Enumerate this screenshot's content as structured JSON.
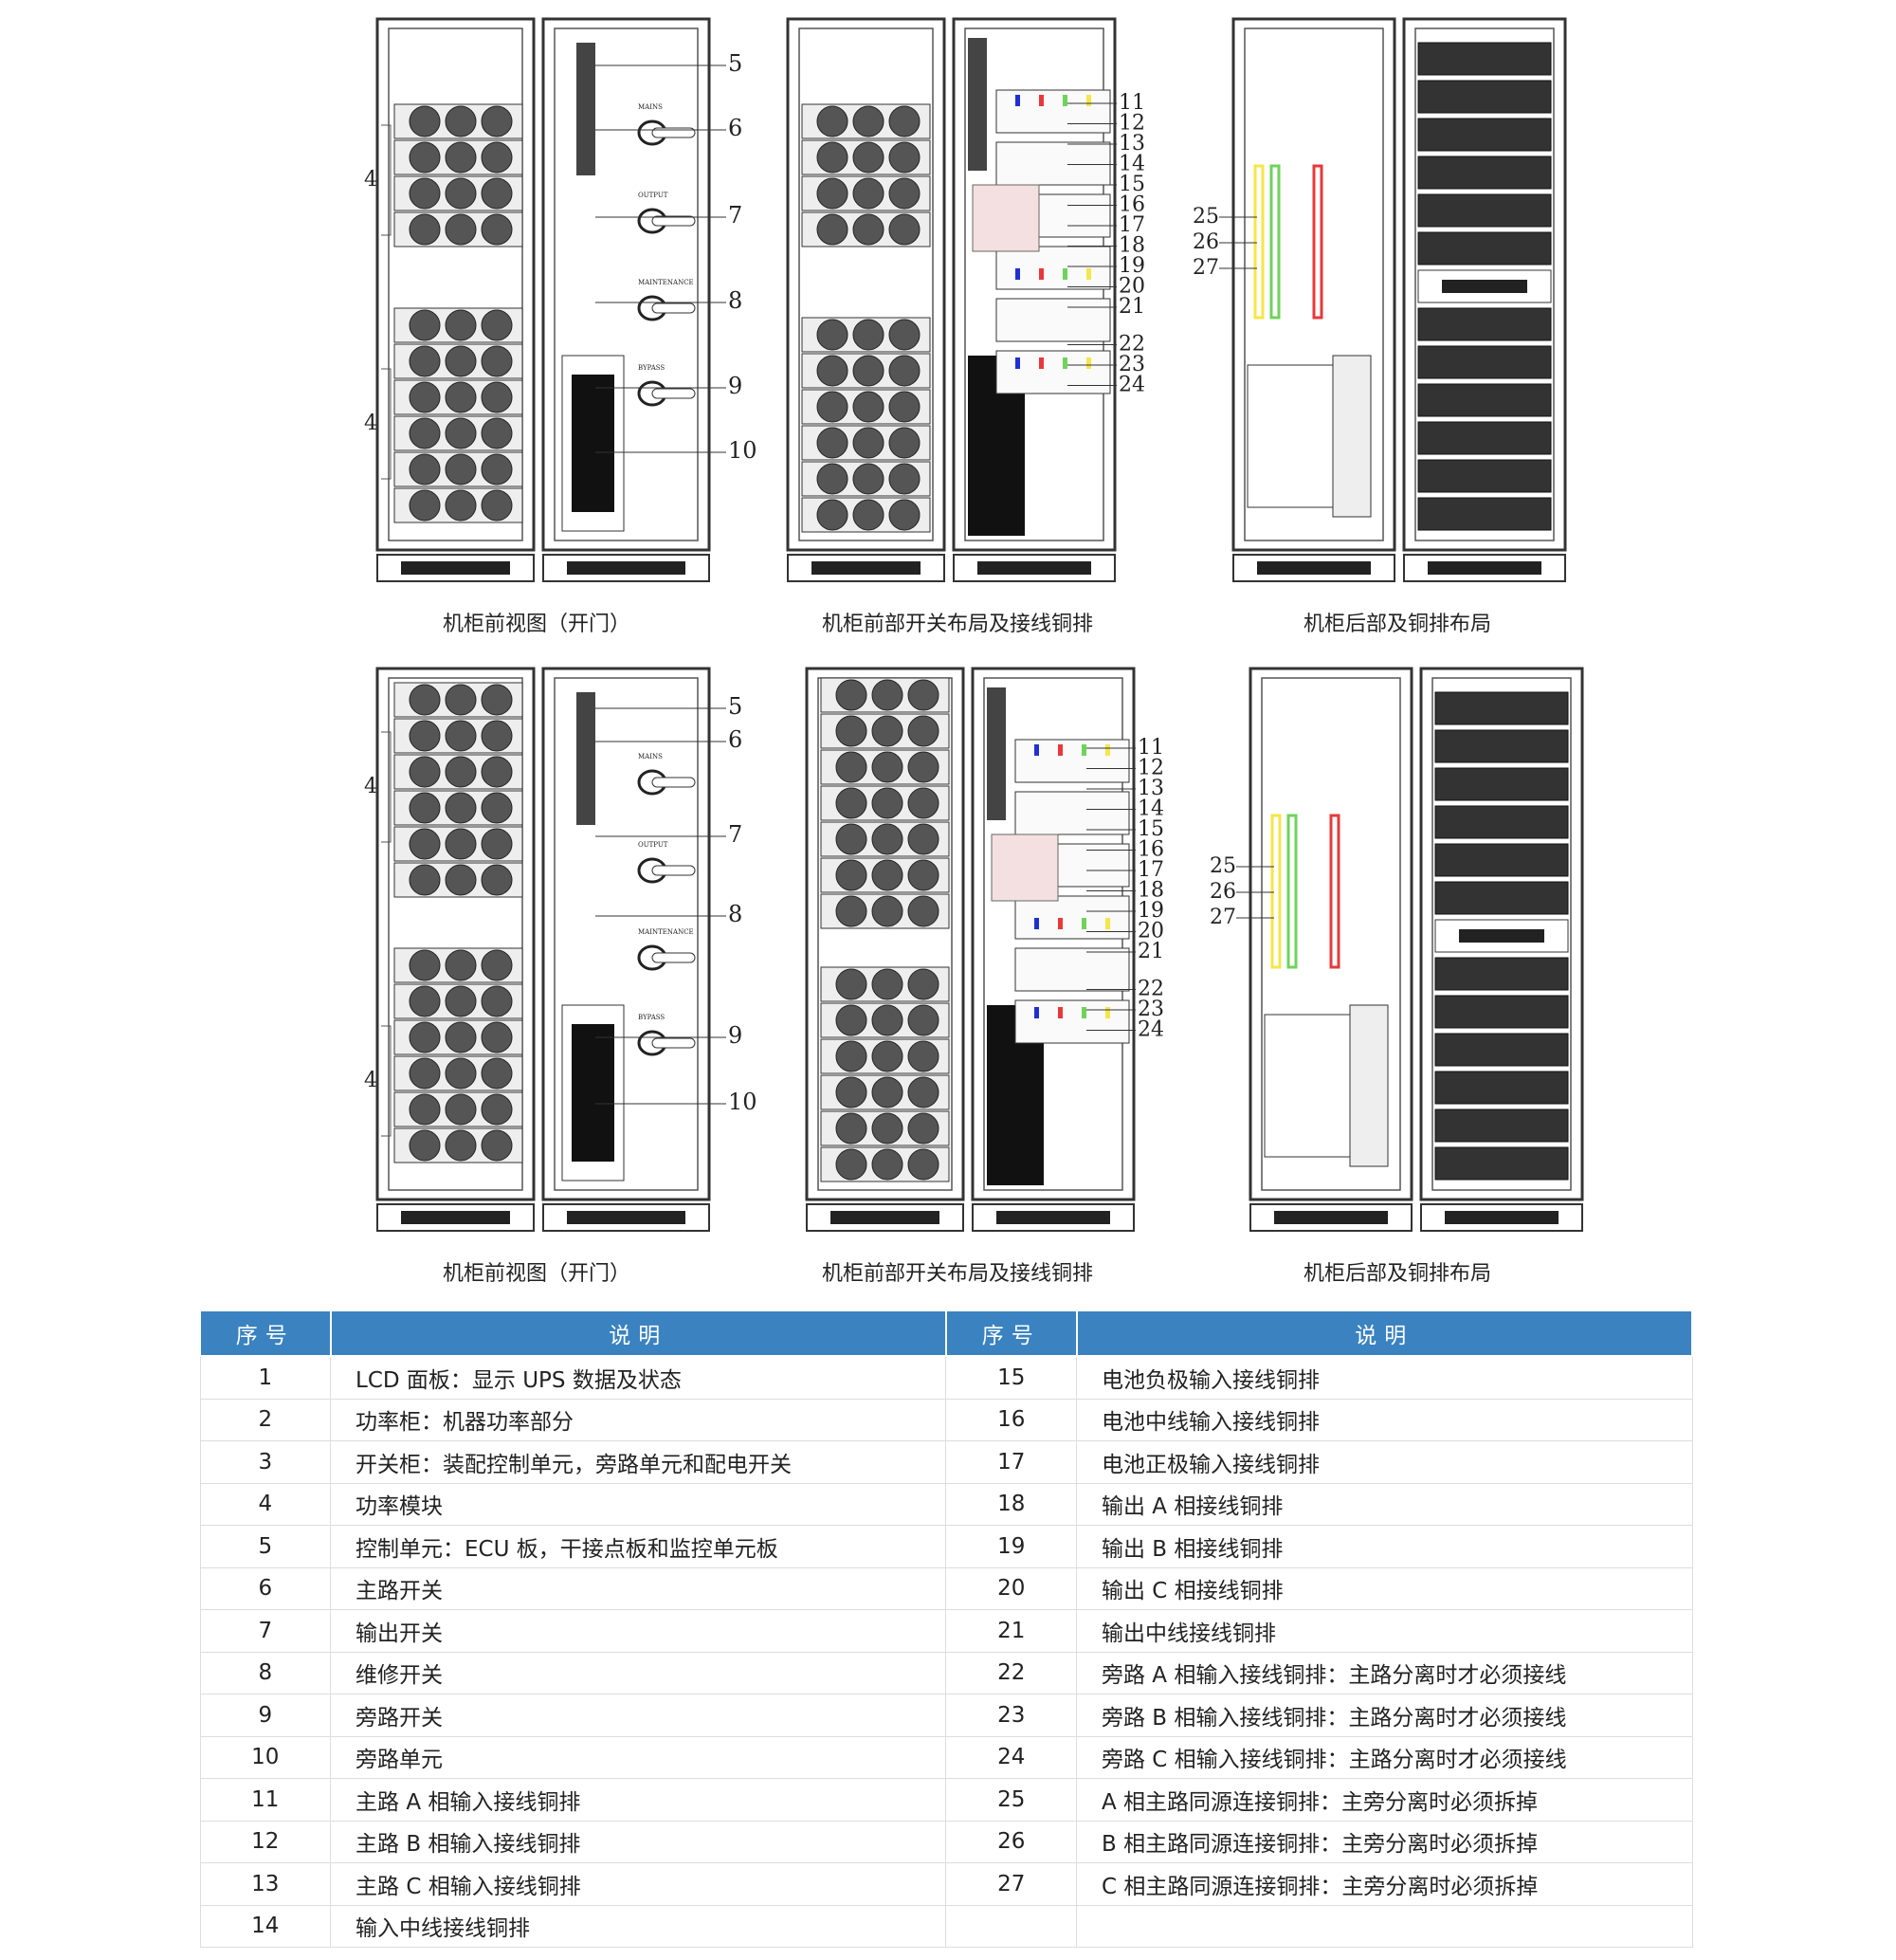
{
  "figures": [
    {
      "type": "front",
      "caption": "机柜前视图（开门）",
      "callouts_left": [
        "4",
        "4"
      ],
      "callouts_right": [
        "5",
        "6",
        "7",
        "8",
        "9",
        "10"
      ]
    },
    {
      "type": "switch",
      "caption": "机柜前部开关布局及接线铜排",
      "callouts_right": [
        "11",
        "12",
        "13",
        "14",
        "15",
        "16",
        "17",
        "18",
        "19",
        "20",
        "21",
        "22",
        "23",
        "24"
      ]
    },
    {
      "type": "rear",
      "caption": "机柜后部及铜排布局",
      "callouts_left": [
        "25",
        "26",
        "27"
      ]
    },
    {
      "type": "front",
      "caption": "机柜前视图（开门）",
      "callouts_left": [
        "4",
        "4"
      ],
      "callouts_right": [
        "5",
        "6",
        "7",
        "8",
        "9",
        "10"
      ]
    },
    {
      "type": "switch",
      "caption": "机柜前部开关布局及接线铜排",
      "callouts_right": [
        "11",
        "12",
        "13",
        "14",
        "15",
        "16",
        "17",
        "18",
        "19",
        "20",
        "21",
        "22",
        "23",
        "24"
      ]
    },
    {
      "type": "rear",
      "caption": "机柜后部及铜排布局",
      "callouts_left": [
        "25",
        "26",
        "27"
      ]
    }
  ],
  "switch_labels": [
    "MAINS",
    "OUTPUT",
    "MAINTENANCE",
    "BYPASS"
  ],
  "table": {
    "headers": [
      "序号",
      "说明",
      "序号",
      "说明"
    ],
    "rows": [
      [
        "1",
        "LCD 面板：显示 UPS 数据及状态",
        "15",
        "电池负极输入接线铜排"
      ],
      [
        "2",
        "功率柜：机器功率部分",
        "16",
        "电池中线输入接线铜排"
      ],
      [
        "3",
        "开关柜：装配控制单元，旁路单元和配电开关",
        "17",
        "电池正极输入接线铜排"
      ],
      [
        "4",
        "功率模块",
        "18",
        "输出 A 相接线铜排"
      ],
      [
        "5",
        "控制单元：ECU 板，干接点板和监控单元板",
        "19",
        "输出 B 相接线铜排"
      ],
      [
        "6",
        "主路开关",
        "20",
        "输出 C 相接线铜排"
      ],
      [
        "7",
        "输出开关",
        "21",
        "输出中线接线铜排"
      ],
      [
        "8",
        "维修开关",
        "22",
        "旁路 A 相输入接线铜排：主路分离时才必须接线"
      ],
      [
        "9",
        "旁路开关",
        "23",
        "旁路 B 相输入接线铜排：主路分离时才必须接线"
      ],
      [
        "10",
        "旁路单元",
        "24",
        "旁路 C 相输入接线铜排：主路分离时才必须接线"
      ],
      [
        "11",
        "主路 A 相输入接线铜排",
        "25",
        "A 相主路同源连接铜排：主旁分离时必须拆掉"
      ],
      [
        "12",
        "主路 B 相输入接线铜排",
        "26",
        "B 相主路同源连接铜排：主旁分离时必须拆掉"
      ],
      [
        "13",
        "主路 C 相输入接线铜排",
        "27",
        "C 相主路同源连接铜排：主旁分离时必须拆掉"
      ],
      [
        "14",
        "输入中线接线铜排",
        "",
        ""
      ]
    ]
  },
  "colors": {
    "header": "#3a82c0",
    "phase_a": "#f5e64a",
    "phase_b": "#6fd35a",
    "phase_c": "#e8383a",
    "neutral": "#2030d0"
  }
}
